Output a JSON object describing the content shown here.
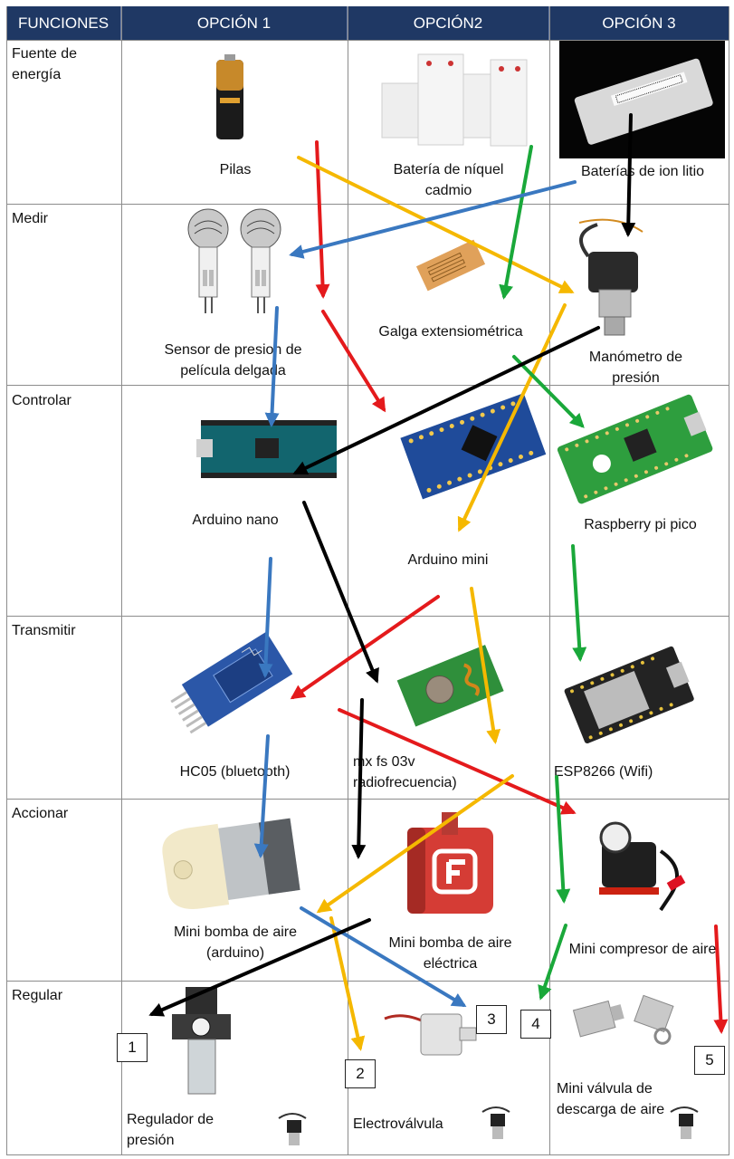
{
  "headers": [
    "FUNCIONES",
    "OPCIÓN 1",
    "OPCIÓN2",
    "OPCIÓN 3"
  ],
  "rows": [
    {
      "label": "Fuente de energía",
      "cells": [
        "Pilas",
        "Batería de níquel cadmio",
        "Baterías de ion litio"
      ]
    },
    {
      "label": "Medir",
      "cells": [
        "Sensor de presion de película delgada",
        "Galga extensiométrica",
        "Manómetro de presión"
      ]
    },
    {
      "label": "Controlar",
      "cells": [
        "Arduino nano",
        "Arduino mini",
        "Raspberry pi pico"
      ]
    },
    {
      "label": "Transmitir",
      "cells": [
        "HC05 (bluetooth)",
        "mx fs 03v radiofrecuencia)",
        "ESP8266 (Wifi)"
      ]
    },
    {
      "label": "Accionar",
      "cells": [
        "Mini bomba de aire (arduino)",
        "Mini bomba de aire eléctrica",
        "Mini compresor de aire"
      ]
    },
    {
      "label": "Regular",
      "cells": [
        "Regulador de presión",
        "Electroválvula",
        "Mini válvula de descarga de aire"
      ]
    }
  ],
  "concept_numbers": [
    "1",
    "2",
    "3",
    "4",
    "5"
  ],
  "arrow_colors": {
    "red": "#e41a1c",
    "yellow": "#f5b800",
    "green": "#1aa83a",
    "blue": "#3a78c0",
    "black": "#000000"
  },
  "header_color": "#1f3864"
}
